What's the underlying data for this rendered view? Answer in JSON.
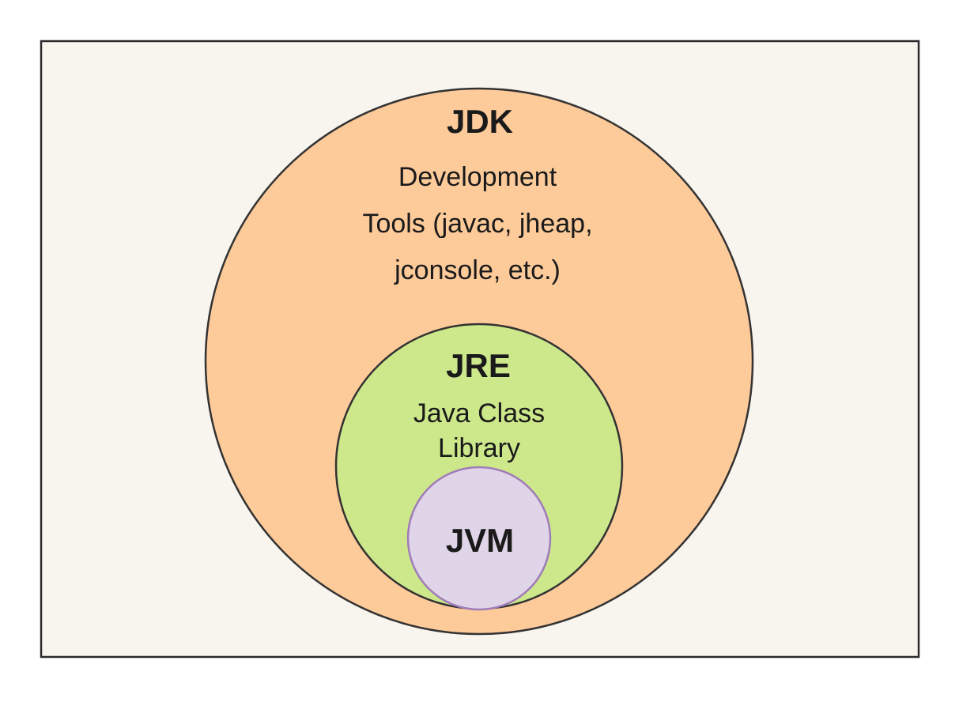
{
  "colors": {
    "frame_fill": "#f8f5ee",
    "frame_stroke": "#2b2b2b",
    "jdk_fill": "#fdca9a",
    "jre_fill": "#cde78b",
    "jvm_fill": "#e0d5e8",
    "jvm_stroke": "#a07cb8",
    "outline": "#333333"
  },
  "jdk": {
    "title": "JDK",
    "lines": [
      "Development",
      "Tools (javac, jheap,",
      "jconsole, etc.)"
    ]
  },
  "jre": {
    "title": "JRE",
    "lines": [
      "Java Class",
      "Library"
    ]
  },
  "jvm": {
    "title": "JVM"
  }
}
